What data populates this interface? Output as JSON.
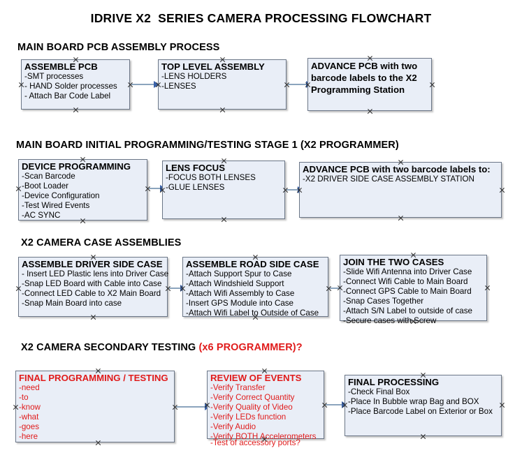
{
  "document": {
    "title": "IDRIVE X2  SERIES CAMERA PROCESSING FLOWCHART",
    "accent_color": "#e01b1b",
    "box_fill": "#e9eef7",
    "box_border": "#6b7687",
    "connector_color": "#8ba4bd",
    "arrow_color": "#3a62a8"
  },
  "sections": [
    {
      "id": "main-board-pcb-assembly",
      "heading": "MAIN BOARD PCB ASSEMBLY PROCESS",
      "heading_accent": ""
    },
    {
      "id": "main-board-initial-programming",
      "heading": "MAIN BOARD INITIAL PROGRAMMING/TESTING STAGE 1 (X2 PROGRAMMER)",
      "heading_accent": ""
    },
    {
      "id": "x2-camera-case-assemblies",
      "heading": "X2 CAMERA CASE ASSEMBLIES",
      "heading_accent": ""
    },
    {
      "id": "x2-camera-secondary-testing",
      "heading": "X2 CAMERA SECONDARY TESTING ",
      "heading_accent": "(x6 PROGRAMMER)?"
    }
  ],
  "nodes": {
    "assemble_pcb": {
      "title": "ASSEMBLE PCB",
      "items": [
        "-SMT processes",
        "- HAND Solder processes",
        "- Attach Bar Code Label"
      ]
    },
    "top_level_assembly": {
      "title": "TOP LEVEL ASSEMBLY",
      "items": [
        "-LENS HOLDERS",
        "-LENSES"
      ]
    },
    "advance_pcb_station": {
      "title": "ADVANCE PCB with two barcode labels to the  X2 Programming Station",
      "items": []
    },
    "device_programming": {
      "title": "DEVICE PROGRAMMING",
      "items": [
        "-Scan Barcode",
        "-Boot Loader",
        "-Device Configuration",
        "-Test Wired Events",
        "-AC SYNC"
      ]
    },
    "lens_focus": {
      "title": "LENS FOCUS",
      "items": [
        "-FOCUS BOTH LENSES",
        "-GLUE LENSES"
      ]
    },
    "advance_pcb_driver_side": {
      "title": "ADVANCE PCB with two barcode labels to:",
      "items": [
        "-X2 DRIVER  SIDE  CASE  ASSEMBLY STATION"
      ]
    },
    "assemble_driver_side_case": {
      "title": "ASSEMBLE DRIVER SIDE CASE",
      "items": [
        "- Insert LED Plastic lens into Driver Case",
        "-Snap LED Board with Cable into Case",
        "-Connect LED Cable to X2 Main Board",
        "-Snap Main Board into case"
      ]
    },
    "assemble_road_side_case": {
      "title": "ASSEMBLE ROAD SIDE CASE",
      "items": [
        "-Attach Support Spur to Case",
        "-Attach Windshield Support",
        "-Attach Wifi Assembly to Case",
        "-Insert GPS Module into Case",
        "-Attach Wifi Label to Outside of Case"
      ]
    },
    "join_the_two_cases": {
      "title": "JOIN THE TWO CASES",
      "items": [
        "-Slide Wifi Antenna into Driver Case",
        "-Connect Wifi Cable to Main Board",
        "-Connect GPS Cable to Main Board",
        "-Snap Cases Together",
        "-Attach S/N Label to outside of case",
        "-Secure cases with Screw"
      ]
    },
    "final_programming_testing": {
      "title": "FINAL PROGRAMMING / TESTING",
      "items": [
        "-need",
        "-to",
        "-know",
        "-what",
        "-goes",
        "-here"
      ]
    },
    "review_of_events": {
      "title": "REVIEW OF EVENTS",
      "items": [
        "-Verify Transfer",
        "-Verify Correct Quantity",
        "-Verify Quality of Video",
        "-Verify LEDs function",
        "-Verify Audio",
        "-Verify BOTH Accelerometers"
      ],
      "overflow_item": "-Test of accessory ports?"
    },
    "final_processing": {
      "title": "FINAL PROCESSING",
      "items": [
        " -Check Final Box",
        "-Place In Bubble wrap Bag and BOX",
        "-Place Barcode Label on Exterior or Box"
      ]
    }
  }
}
